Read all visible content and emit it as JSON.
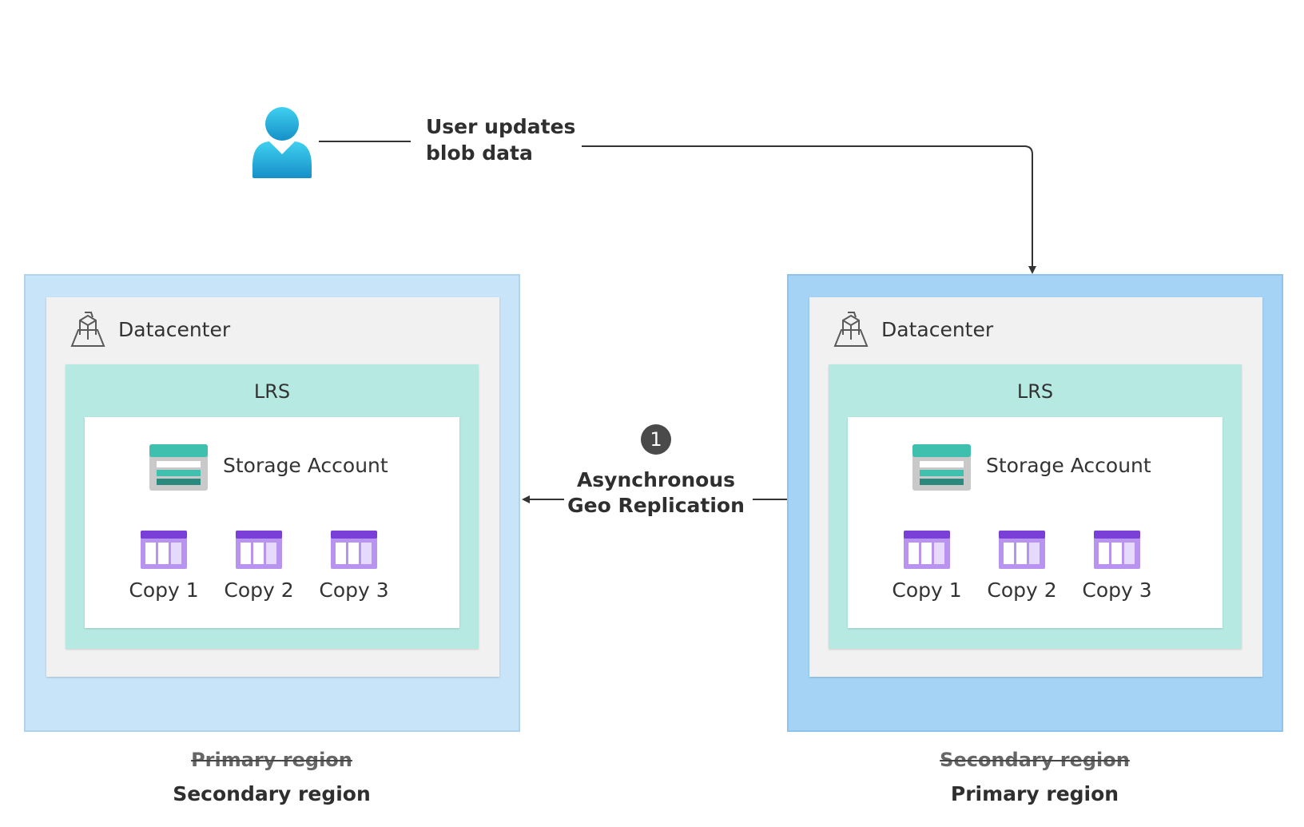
{
  "user": {
    "label_line1": "User updates",
    "label_line2": "blob data",
    "icon": "user-icon"
  },
  "replication": {
    "step": "1",
    "label_line1": "Asynchronous",
    "label_line2": "Geo Replication"
  },
  "regions": [
    {
      "datacenter_label": "Datacenter",
      "lrs_label": "LRS",
      "storage_label": "Storage Account",
      "copies": [
        "Copy 1",
        "Copy 2",
        "Copy 3"
      ],
      "caption_struck": "Primary region",
      "caption": "Secondary region",
      "background": "#c7e4f8"
    },
    {
      "datacenter_label": "Datacenter",
      "lrs_label": "LRS",
      "storage_label": "Storage Account",
      "copies": [
        "Copy 1",
        "Copy 2",
        "Copy 3"
      ],
      "caption_struck": "Secondary region",
      "caption": "Primary region",
      "background": "#a4d3f6"
    }
  ],
  "colors": {
    "lrs": "#b5e9e2",
    "datacenter": "#f1f1f1",
    "copy_icon": "#8a4fe0",
    "storage_teal": "#3fbfad",
    "connector": "#333333"
  }
}
